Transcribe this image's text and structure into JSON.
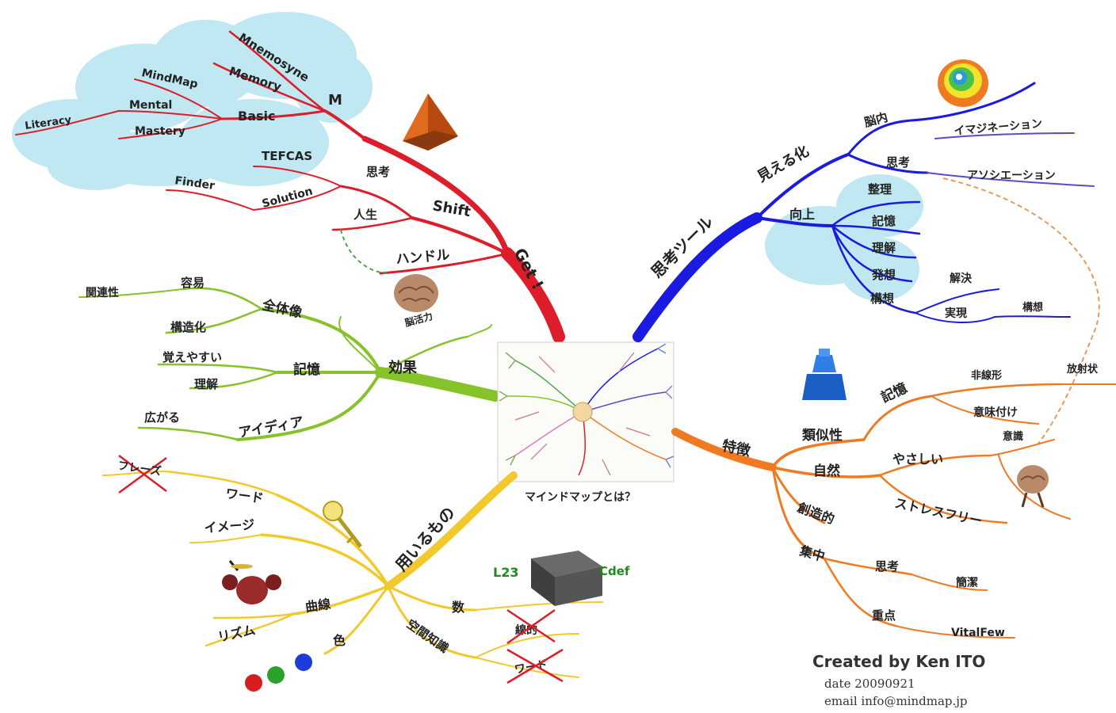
{
  "colors": {
    "red": "#dd1d2a",
    "blue": "#1a1ae0",
    "green": "#86c22a",
    "yellow": "#f2c92c",
    "orange": "#f07a22",
    "purple": "#5a4bc8",
    "cloud": "#bfe8f2"
  },
  "center": {
    "label": "マインドマップとは？"
  },
  "red_branch": {
    "main": "Get !",
    "shift": "Shift",
    "M": "M",
    "memosyne": "Mnemosyne",
    "memory": "Memory",
    "mindmap": "MindMap",
    "basic": "Basic",
    "mental": "Mental",
    "mastery": "Mastery",
    "literacy": "Literacy",
    "tefcas": "TEFCAS",
    "solution": "Solution",
    "finder": "Finder",
    "shikou": "思考",
    "jinsei": "人生",
    "handle": "ハンドル"
  },
  "green_branch": {
    "main": "効果",
    "zentaizo": "全体像",
    "yoi": "容易",
    "kanrensei": "関連性",
    "kouzouka": "構造化",
    "kioku": "記憶",
    "oboeyasui": "覚えやすい",
    "rikai": "理解",
    "idea": "アイディア",
    "hirogaru": "広がる",
    "brain_caption": "脳活力"
  },
  "yellow_branch": {
    "main": "用いるもの",
    "phrase": "フレーズ",
    "word": "ワード",
    "image": "イメージ",
    "kyokusen": "曲線",
    "rhythm": "リズム",
    "iro": "色",
    "kazu": "数",
    "kuukan": "空間知識",
    "crossed1": "線的",
    "crossed2": "ワード",
    "cube_left": "L23",
    "cube_right": "Cdef"
  },
  "blue_branch": {
    "main": "思考ツール",
    "mieruka": "見える化",
    "nounai": "脳内",
    "imagination": "イマジネーション",
    "shikou": "思考",
    "association": "アソシエーション",
    "koujou": "向上",
    "seiri": "整理",
    "kioku": "記憶",
    "rikai": "理解",
    "hassou": "発想",
    "kousou": "構想",
    "kaiketsu": "解決",
    "jitsugen": "実現",
    "kouzou": "構想"
  },
  "orange_branch": {
    "main": "特徴",
    "ruijisei": "類似性",
    "kioku": "記憶",
    "hisenkei": "非線形",
    "hoshasei": "放射状",
    "imizuke": "意味付け",
    "shizen": "自然",
    "yasashii": "やさしい",
    "ishiki": "意識",
    "stressfree": "ストレスフリー",
    "souzouteki": "創造的",
    "shuuchuu": "集中",
    "shikou": "思考",
    "kanketsu": "簡潔",
    "juuten": "重点",
    "vitalfew": "VitalFew"
  },
  "credits": {
    "created": "Created by Ken ITO",
    "date": "date 20090921",
    "email": "email info@mindmap.jp"
  }
}
